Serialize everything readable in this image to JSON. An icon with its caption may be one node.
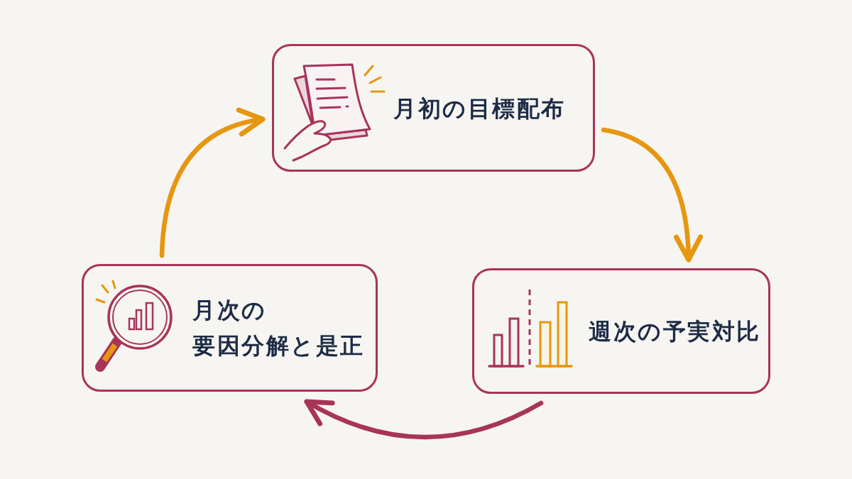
{
  "diagram": {
    "nodes": [
      {
        "text": [
          "月初の目標配布"
        ]
      },
      {
        "text": [
          "週次の予実対比"
        ]
      },
      {
        "text": [
          "月次の要因分解と是正"
        ]
      }
    ],
    "edges": [
      {
        "from": 0,
        "to": 1,
        "arrow": "to"
      },
      {
        "from": 1,
        "to": 2,
        "arrow": "to",
        "color": "#a8345a"
      },
      {
        "from": 2,
        "to": 0,
        "arrow": "to"
      }
    ]
  }
}
